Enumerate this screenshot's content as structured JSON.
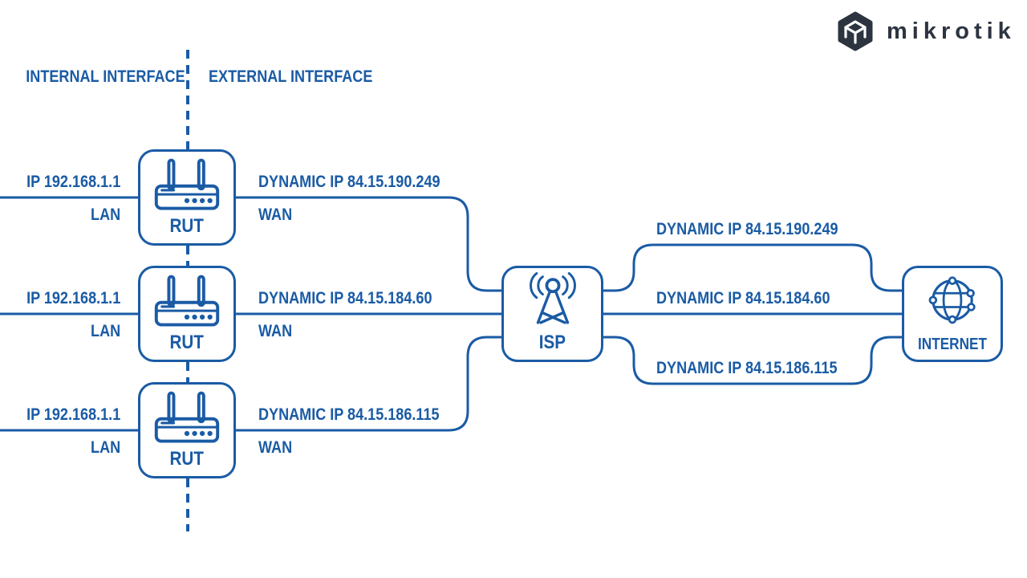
{
  "colors": {
    "accent": "#1a5ba5",
    "logo_color": "#2c3440"
  },
  "header": {
    "internal_label": "INTERNAL INTERFACE",
    "external_label": "EXTERNAL INTERFACE"
  },
  "brand": {
    "name": "mikrotik",
    "icon": "mikrotik-hexagon-cube-icon"
  },
  "routers": [
    {
      "name": "RUT",
      "lan_ip": "IP 192.168.1.1",
      "lan_port": "LAN",
      "wan_ip": "DYNAMIC IP 84.15.190.249",
      "wan_port": "WAN"
    },
    {
      "name": "RUT",
      "lan_ip": "IP 192.168.1.1",
      "lan_port": "LAN",
      "wan_ip": "DYNAMIC IP 84.15.184.60",
      "wan_port": "WAN"
    },
    {
      "name": "RUT",
      "lan_ip": "IP 192.168.1.1",
      "lan_port": "LAN",
      "wan_ip": "DYNAMIC IP 84.15.186.115",
      "wan_port": "WAN"
    }
  ],
  "isp": {
    "name": "ISP",
    "icon": "antenna-tower-icon"
  },
  "internet": {
    "name": "INTERNET",
    "icon": "globe-icon"
  },
  "isp_to_internet_links": [
    {
      "label": "DYNAMIC IP 84.15.190.249"
    },
    {
      "label": "DYNAMIC IP 84.15.184.60"
    },
    {
      "label": "DYNAMIC IP 84.15.186.115"
    }
  ]
}
